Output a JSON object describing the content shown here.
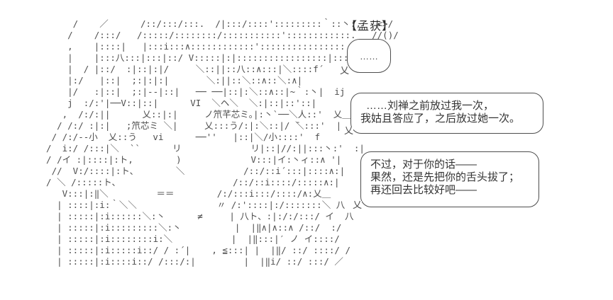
{
  "scene": {
    "character_name": "【孟获】",
    "thought_bubble": {
      "text": "……",
      "tail_glyph": "乂"
    },
    "dialogue_bubbles": [
      {
        "lines": [
          "……刘禅之前放过我一次，",
          "我姑且答应了，之后放过她一次。"
        ],
        "tail_glyph": "乂"
      },
      {
        "lines": [
          "不过，对于你的话——",
          "果然，还是先把你的舌头拔了；",
          "再还回去比较好吧——"
        ],
        "tail_glyph": "乂"
      }
    ]
  },
  "ascii_art": {
    "name": "meng-huo-character-art",
    "text": "       /    ／      /::/:::/:::.  /|:::/::::':::::::::｀::丶:,   <>/\n      /    /:::/   /:::::/::::::::/:::::::::::'::::::::::::.   //()/\n      ,    |::::|   |:::i:::∧::::::::::::'::::::::::::::::./夕::|\n      |    |:::八:::|:::|::/ V:::::|:|:::::::::::::::::|:::::::乂＿\n      |  / |::/  :|::|:|/     ＼::||::八::∧:::|＼::::f´\n      |:/   |::|  ;:|:|:|       ＼:||::＼::∧::＼:∧|\n      |/   :|::|  ;:|--|::|   ── ──|::|:＼::∧::|~｀:丶|  ij\n      j  :/:'|──V::|::|      VI  ＼ヘ＼  ＼:|::|::'::|\n     ,  /:/:||      乂::|:|     ノ笊芊芯ミ｡|:丶`──＼人::'  乂＿\n    / /:/ :|:|   ;笊芯ミ ＼|     乂:::う/:|:＼::|/ ̄＼:::'  |\n   / /:/--小  乂::う   vi      ──''   |::|＼/小::::'  f\n  /  i:/ /:::|＼  ``      リ             リ|::|//:||:::丶:'  :|\n  / /イ :|::::|:ト,        )             V:::|イ:丶ィ::∧ '|\n   //  V:/::::|:ト、       ＼           /::/::i´:::|::::∧:|\n  / ＼ /:::::ト、                     /::/::i::::/:::::∧:|\n     V:::|:‖＼         ＝＝        /:/:::i:::/::::/∧:乂＿\n    | ::::|:i:｀＼＼               〃 /:'::::|:/:::::::＼ 八\n    | :::::|:i::::::＼:丶      ≠     | 八ト、:|:/:/:::/ イ  八\n    | :::::|:i:::::::::＼:丶          |  |‖∧|∧::∧ /::/  :/\n    | :::::|:i::::::::i:＼           |  |‖:::|′ ノ イ::::/\n    | :::::|:i:::::i::/ / :´|    , ≦:::| |  |‖/ ::/ ::::/ /\n    | :::::|:i::::i::/ /:::/:|         |  |‖i/ ::/ :::/ ／"
  },
  "colors": {
    "background": "#ffffff",
    "line_art": "#4d4d4d",
    "dialogue_text": "#333333",
    "bubble_border": "#4d4d4d"
  }
}
